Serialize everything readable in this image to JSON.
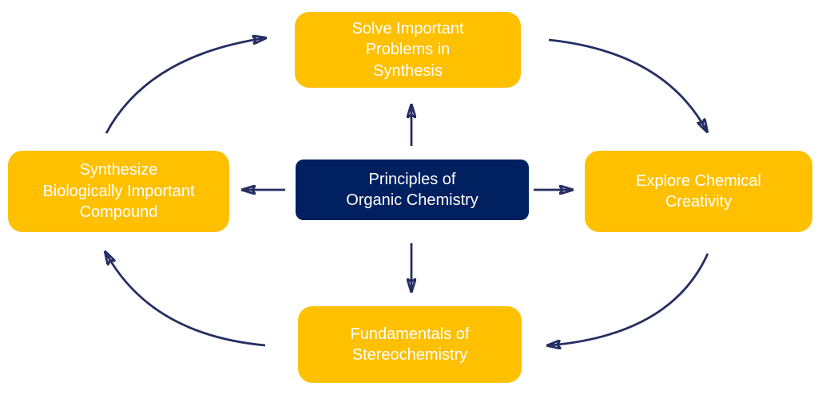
{
  "diagram": {
    "center_node": {
      "label": "Principles of\nOrganic Chemistry"
    },
    "nodes": {
      "top": {
        "label": "Solve Important\nProblems in\nSynthesis"
      },
      "right": {
        "label": "Explore Chemical\nCreativity"
      },
      "bottom": {
        "label": "Fundamentals of\nStereochemistry"
      },
      "left": {
        "label": "Synthesize\nBiologically Important\nCompound"
      }
    },
    "arrows": {
      "center_out": [
        "top",
        "right",
        "bottom",
        "left"
      ],
      "cycle": [
        {
          "from": "left",
          "to": "top"
        },
        {
          "from": "top",
          "to": "right"
        },
        {
          "from": "right",
          "to": "bottom"
        },
        {
          "from": "bottom",
          "to": "left"
        }
      ]
    },
    "colors": {
      "outer_node_fill": "#FFC000",
      "center_node_fill": "#002060",
      "text": "#FFFFFF",
      "arrow": "#252E63"
    }
  }
}
